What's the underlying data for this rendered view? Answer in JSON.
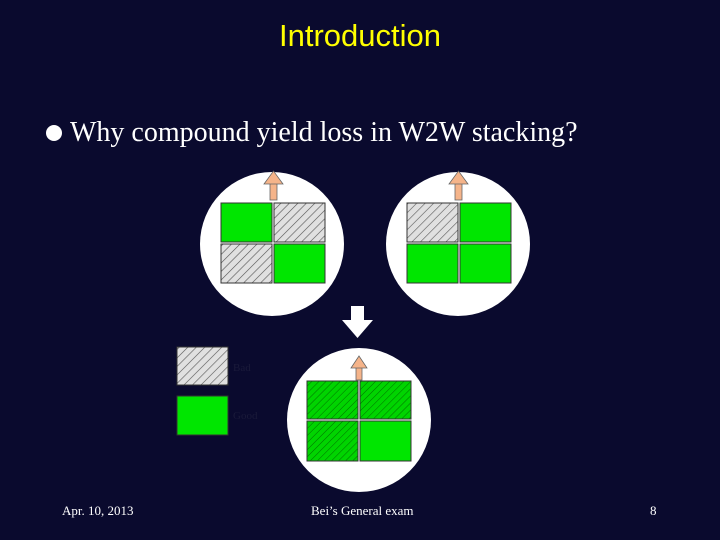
{
  "slide": {
    "title": "Introduction",
    "bullet": "Why compound yield loss in W2W stacking?",
    "legend": {
      "bad_label": "Bad",
      "good_label": "Good"
    },
    "footer": {
      "date": "Apr. 10, 2013",
      "center": "Bei’s General exam",
      "page": "8"
    }
  },
  "colors": {
    "background": "#0a0a2e",
    "title": "#ffff00",
    "good": "#00e600",
    "bad": "#e0e0e0",
    "arrow_orange": "#f5b48a"
  }
}
